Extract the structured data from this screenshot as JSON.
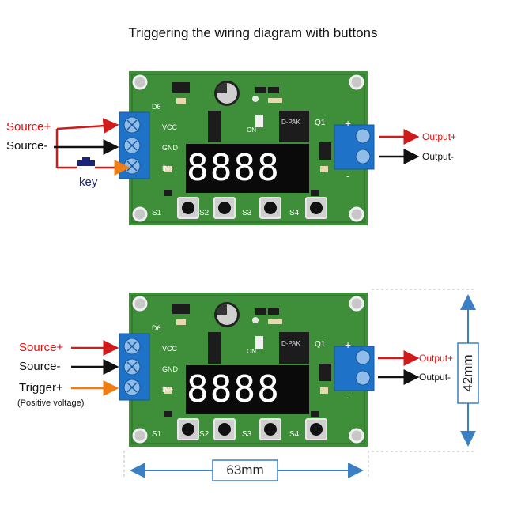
{
  "title": "Triggering the wiring diagram with buttons",
  "top": {
    "source_plus": "Source+",
    "source_minus": "Source-",
    "key": "key",
    "output_plus": "Output+",
    "output_minus": "Output-"
  },
  "bottom": {
    "source_plus": "Source+",
    "source_minus": "Source-",
    "trigger_plus": "Trigger+",
    "trigger_note": "(Positive voltage)",
    "output_plus": "Output+",
    "output_minus": "Output-",
    "width": "63mm",
    "height": "42mm"
  },
  "board": {
    "pin_vcc": "VCC",
    "pin_gnd": "GND",
    "pin_in": "IN+",
    "buttons": [
      "S1",
      "S2",
      "S3",
      "S4"
    ],
    "q1": "Q1",
    "d6": "D6",
    "dpak": "D-PAK",
    "on": "ON",
    "plus": "+",
    "minus": "-",
    "display": "8888"
  },
  "colors": {
    "board": "#3f8f3a",
    "terminal": "#1e73c8",
    "wire_red": "#d11a1a",
    "wire_orange": "#ef7d12",
    "display_bg": "#0a0a0a",
    "segment": "#ffffff",
    "dimension": "#3b7fc4"
  }
}
